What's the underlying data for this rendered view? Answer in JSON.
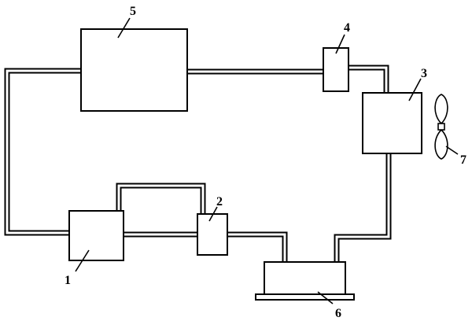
{
  "diagram": {
    "components": [
      {
        "id": "1",
        "label": "1"
      },
      {
        "id": "2",
        "label": "2"
      },
      {
        "id": "3",
        "label": "3"
      },
      {
        "id": "4",
        "label": "4"
      },
      {
        "id": "5",
        "label": "5"
      },
      {
        "id": "6",
        "label": "6"
      },
      {
        "id": "7",
        "label": "7"
      }
    ],
    "colors": {
      "line": "#000000",
      "background": "#ffffff"
    }
  }
}
